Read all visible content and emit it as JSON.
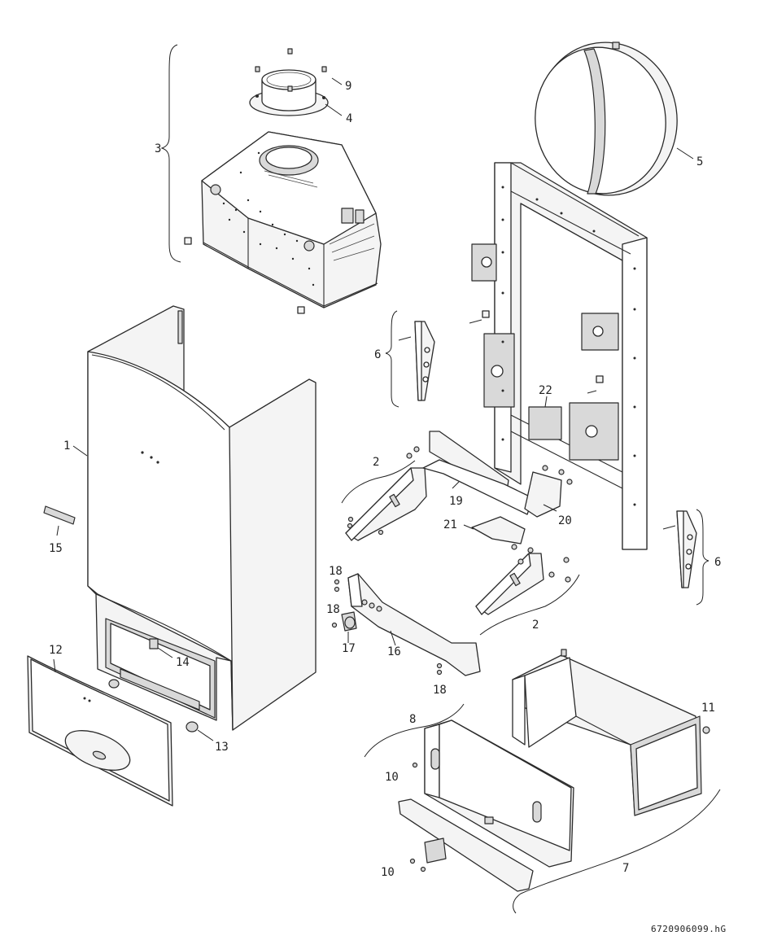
{
  "diagram": {
    "labels": [
      {
        "id": "1",
        "text": "1"
      },
      {
        "id": "2a",
        "text": "2"
      },
      {
        "id": "2b",
        "text": "2"
      },
      {
        "id": "3",
        "text": "3"
      },
      {
        "id": "4",
        "text": "4"
      },
      {
        "id": "5",
        "text": "5"
      },
      {
        "id": "6a",
        "text": "6"
      },
      {
        "id": "6b",
        "text": "6"
      },
      {
        "id": "7",
        "text": "7"
      },
      {
        "id": "8",
        "text": "8"
      },
      {
        "id": "9",
        "text": "9"
      },
      {
        "id": "10a",
        "text": "10"
      },
      {
        "id": "10b",
        "text": "10"
      },
      {
        "id": "11",
        "text": "11"
      },
      {
        "id": "12",
        "text": "12"
      },
      {
        "id": "13",
        "text": "13"
      },
      {
        "id": "14",
        "text": "14"
      },
      {
        "id": "15",
        "text": "15"
      },
      {
        "id": "16",
        "text": "16"
      },
      {
        "id": "17",
        "text": "17"
      },
      {
        "id": "18a",
        "text": "18"
      },
      {
        "id": "18b",
        "text": "18"
      },
      {
        "id": "18c",
        "text": "18"
      },
      {
        "id": "19",
        "text": "19"
      },
      {
        "id": "20",
        "text": "20"
      },
      {
        "id": "21",
        "text": "21"
      },
      {
        "id": "22",
        "text": "22"
      }
    ],
    "drawing_code": "6720906099.hG"
  }
}
